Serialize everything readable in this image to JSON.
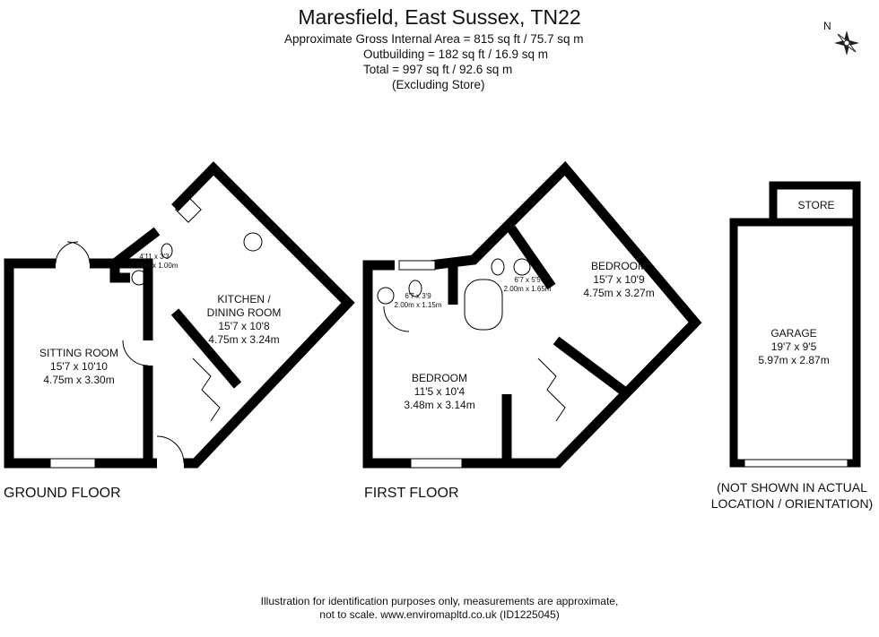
{
  "header": {
    "title": "Maresfield, East Sussex, TN22",
    "gross_area": "Approximate Gross Internal Area = 815 sq ft /  75.7 sq m",
    "outbuilding": "Outbuilding = 182 sq ft / 16.9 sq m",
    "total": "Total = 997 sq ft / 92.6 sq m",
    "note": "(Excluding Store)"
  },
  "compass": {
    "label": "N",
    "icon": "compass-rose-icon"
  },
  "ground_floor": {
    "label": "GROUND FLOOR",
    "rooms": [
      {
        "name": "SITTING ROOM",
        "imperial": "15'7 x 10'10",
        "metric": "4.75m x 3.30m"
      },
      {
        "name": "KITCHEN /",
        "name2": "DINING ROOM",
        "imperial": "15'7 x 10'8",
        "metric": "4.75m x 3.24m"
      },
      {
        "imperial": "4'11 x 3'3",
        "metric": "1.50m x 1.00m"
      }
    ]
  },
  "first_floor": {
    "label": "FIRST FLOOR",
    "rooms": [
      {
        "name": "BEDROOM",
        "imperial": "15'7 x 10'9",
        "metric": "4.75m x 3.27m"
      },
      {
        "name": "BEDROOM",
        "imperial": "11'5 x 10'4",
        "metric": "3.48m x 3.14m"
      },
      {
        "imperial": "6'7 x 3'9",
        "metric": "2.00m x 1.15m"
      },
      {
        "imperial": "6'7 x 5'5",
        "metric": "2.00m x 1.65m"
      }
    ]
  },
  "outbuilding": {
    "store": "STORE",
    "garage": {
      "name": "GARAGE",
      "imperial": "19'7 x 9'5",
      "metric": "5.97m x 2.87m"
    },
    "note1": "(NOT SHOWN IN ACTUAL",
    "note2": "LOCATION / ORIENTATION)"
  },
  "footer": {
    "line1": "Illustration for identification purposes only, measurements are approximate,",
    "line2": "not to scale. www.enviromapltd.co.uk (ID1225045)"
  }
}
